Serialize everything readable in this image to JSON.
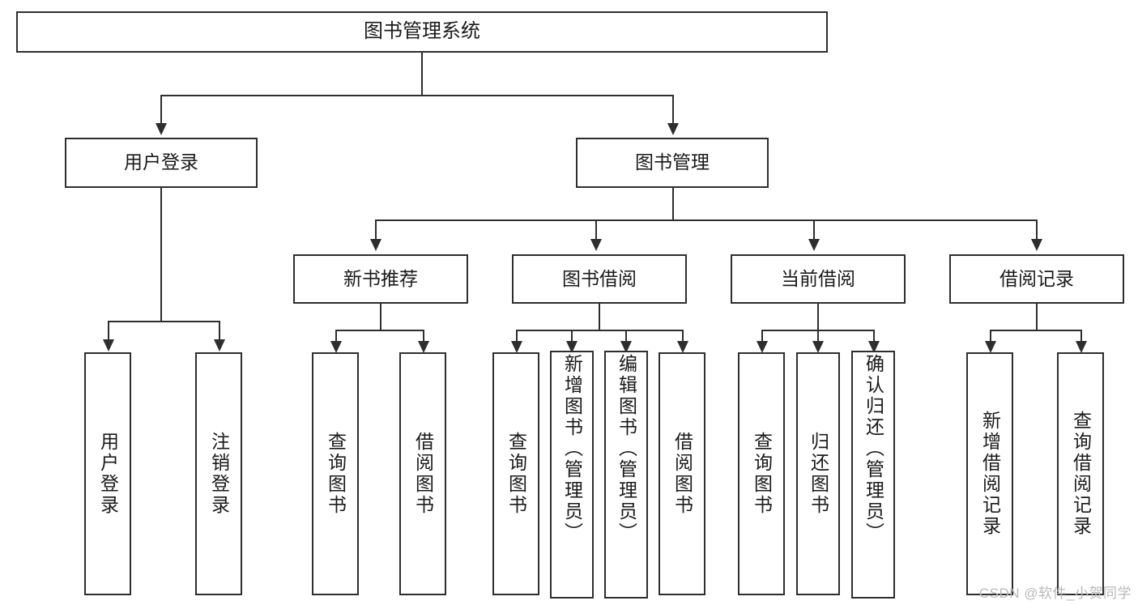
{
  "diagram": {
    "title": "图书管理系统",
    "root": {
      "label": "图书管理系统"
    },
    "level1": [
      {
        "label": "用户登录"
      },
      {
        "label": "图书管理"
      }
    ],
    "level2": [
      {
        "label": "新书推荐"
      },
      {
        "label": "图书借阅"
      },
      {
        "label": "当前借阅"
      },
      {
        "label": "借阅记录"
      }
    ],
    "leaves": {
      "user_login": [
        {
          "label": "用户登录"
        },
        {
          "label": "注销登录"
        }
      ],
      "new_book_recommend": [
        {
          "label": "查询图书"
        },
        {
          "label": "借阅图书"
        }
      ],
      "book_borrow": [
        {
          "label": "查询图书"
        },
        {
          "label": "新增图书（管理员）"
        },
        {
          "label": "编辑图书（管理员）"
        },
        {
          "label": "借阅图书"
        }
      ],
      "current_borrow": [
        {
          "label": "查询图书"
        },
        {
          "label": "归还图书"
        },
        {
          "label": "确认归还（管理员）"
        }
      ],
      "borrow_record": [
        {
          "label": "新增借阅记录"
        },
        {
          "label": "查询借阅记录"
        }
      ]
    }
  },
  "watermark": {
    "text": "CSDN @软件_小贺同学"
  },
  "colors": {
    "stroke": "#2e2e2e",
    "box_fill": "#ffffff",
    "text": "#1a1a1a",
    "watermark": "#b9b9b9"
  }
}
